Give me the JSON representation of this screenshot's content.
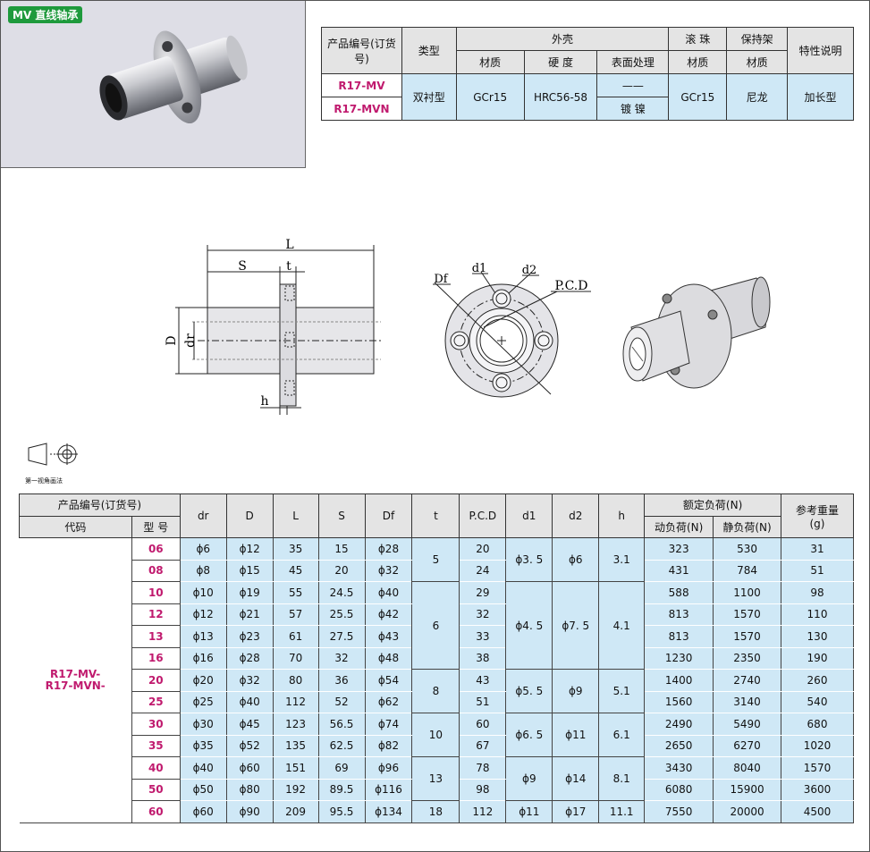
{
  "product": {
    "badge": "MV 直线轴承"
  },
  "spec": {
    "headers": {
      "code": "产品编号(订货号)",
      "type": "类型",
      "shell": "外壳",
      "ball": "滚 珠",
      "cage": "保持架",
      "feature": "特性说明",
      "material": "材质",
      "hardness": "硬 度",
      "surface": "表面处理",
      "ball_material": "材质",
      "cage_material": "材质"
    },
    "rows": [
      {
        "code": "R17-MV",
        "surface": "——"
      },
      {
        "code": "R17-MVN",
        "surface": "镀 镍"
      }
    ],
    "type": "双衬型",
    "material": "GCr15",
    "hardness": "HRC56-58",
    "ball_material": "GCr15",
    "cage_material": "尼龙",
    "feature": "加长型"
  },
  "drawing": {
    "labels": {
      "L": "L",
      "S": "S",
      "t": "t",
      "D": "D",
      "dr": "dr",
      "h": "h",
      "Df": "Df",
      "d1": "d1",
      "d2": "d2",
      "pcd": "P.C.D"
    },
    "projection_label": "第一视角画法"
  },
  "dims": {
    "headers": {
      "code_group": "产品编号(订货号)",
      "code": "代码",
      "model": "型 号",
      "dr": "dr",
      "D": "D",
      "L": "L",
      "S": "S",
      "Df": "Df",
      "t": "t",
      "pcd": "P.C.D",
      "d1": "d1",
      "d2": "d2",
      "h": "h",
      "load": "额定负荷(N)",
      "dyn": "动负荷(N)",
      "stat": "静负荷(N)",
      "weight": "参考重量",
      "weight_unit": "(g)"
    },
    "code_line1": "R17-MV-",
    "code_line2": "R17-MVN-",
    "rows": [
      {
        "model": "06",
        "dr": "ϕ6",
        "D": "ϕ12",
        "L": "35",
        "S": "15",
        "Df": "ϕ28",
        "pcd": "20",
        "dyn": "323",
        "stat": "530",
        "weight": "31"
      },
      {
        "model": "08",
        "dr": "ϕ8",
        "D": "ϕ15",
        "L": "45",
        "S": "20",
        "Df": "ϕ32",
        "pcd": "24",
        "dyn": "431",
        "stat": "784",
        "weight": "51"
      },
      {
        "model": "10",
        "dr": "ϕ10",
        "D": "ϕ19",
        "L": "55",
        "S": "24.5",
        "Df": "ϕ40",
        "pcd": "29",
        "dyn": "588",
        "stat": "1100",
        "weight": "98"
      },
      {
        "model": "12",
        "dr": "ϕ12",
        "D": "ϕ21",
        "L": "57",
        "S": "25.5",
        "Df": "ϕ42",
        "pcd": "32",
        "dyn": "813",
        "stat": "1570",
        "weight": "110"
      },
      {
        "model": "13",
        "dr": "ϕ13",
        "D": "ϕ23",
        "L": "61",
        "S": "27.5",
        "Df": "ϕ43",
        "pcd": "33",
        "dyn": "813",
        "stat": "1570",
        "weight": "130"
      },
      {
        "model": "16",
        "dr": "ϕ16",
        "D": "ϕ28",
        "L": "70",
        "S": "32",
        "Df": "ϕ48",
        "pcd": "38",
        "dyn": "1230",
        "stat": "2350",
        "weight": "190"
      },
      {
        "model": "20",
        "dr": "ϕ20",
        "D": "ϕ32",
        "L": "80",
        "S": "36",
        "Df": "ϕ54",
        "pcd": "43",
        "dyn": "1400",
        "stat": "2740",
        "weight": "260"
      },
      {
        "model": "25",
        "dr": "ϕ25",
        "D": "ϕ40",
        "L": "112",
        "S": "52",
        "Df": "ϕ62",
        "pcd": "51",
        "dyn": "1560",
        "stat": "3140",
        "weight": "540"
      },
      {
        "model": "30",
        "dr": "ϕ30",
        "D": "ϕ45",
        "L": "123",
        "S": "56.5",
        "Df": "ϕ74",
        "pcd": "60",
        "dyn": "2490",
        "stat": "5490",
        "weight": "680"
      },
      {
        "model": "35",
        "dr": "ϕ35",
        "D": "ϕ52",
        "L": "135",
        "S": "62.5",
        "Df": "ϕ82",
        "pcd": "67",
        "dyn": "2650",
        "stat": "6270",
        "weight": "1020"
      },
      {
        "model": "40",
        "dr": "ϕ40",
        "D": "ϕ60",
        "L": "151",
        "S": "69",
        "Df": "ϕ96",
        "pcd": "78",
        "dyn": "3430",
        "stat": "8040",
        "weight": "1570"
      },
      {
        "model": "50",
        "dr": "ϕ50",
        "D": "ϕ80",
        "L": "192",
        "S": "89.5",
        "Df": "ϕ116",
        "pcd": "98",
        "dyn": "6080",
        "stat": "15900",
        "weight": "3600"
      },
      {
        "model": "60",
        "dr": "ϕ60",
        "D": "ϕ90",
        "L": "209",
        "S": "95.5",
        "Df": "ϕ134",
        "pcd": "112",
        "dyn": "7550",
        "stat": "20000",
        "weight": "4500"
      }
    ],
    "groups": [
      {
        "t": "5",
        "d1": "ϕ3. 5",
        "d2": "ϕ6",
        "h": "3.1"
      },
      {
        "t": "6",
        "d1": "ϕ4. 5",
        "d2": "ϕ7. 5",
        "h": "4.1"
      },
      {
        "t": "8",
        "d1": "ϕ5. 5",
        "d2": "ϕ9",
        "h": "5.1"
      },
      {
        "t": "10",
        "d1": "ϕ6. 5",
        "d2": "ϕ11",
        "h": "6.1"
      },
      {
        "t": "13",
        "d1": "ϕ9",
        "d2": "ϕ14",
        "h": "8.1"
      },
      {
        "t": "18",
        "d1": "ϕ11",
        "d2": "ϕ17",
        "h": "11.1"
      }
    ]
  }
}
